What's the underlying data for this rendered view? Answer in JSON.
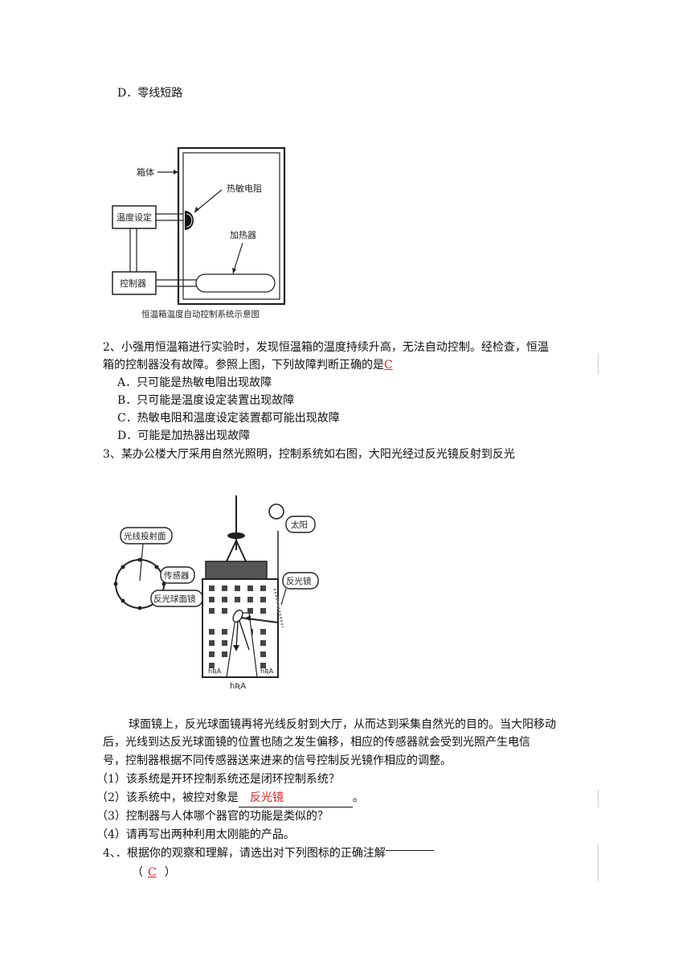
{
  "q1": {
    "option_d": "D．零线短路"
  },
  "fig1": {
    "box_label": "箱体",
    "thermistor": "热敏电阻",
    "temp_setting": "温度设定",
    "heater": "加热器",
    "controller": "控制器",
    "caption": "恒温箱温度自动控制系统示意图"
  },
  "q2": {
    "line1": "2、小强用恒温箱进行实验时，发现恒温箱的温度持续升高，无法自动控制。经检查，恒温",
    "line2": "箱的控制器没有故障。参照上图，下列故障判断正确的是",
    "answer": "C",
    "options": [
      "A．只可能是热敏电阻出现故障",
      "B．只可能是温度设定装置出现故障",
      "C．热敏电阻和温度设定装置都可能出现故障",
      "D．可能是加热器出现故障"
    ]
  },
  "q3": {
    "line1": "3、某办公楼大厅采用自然光照明，控制系统如右图，大阳光经过反光镜反射到反光",
    "para1": "球面镜上，反光球面镜再将光线反射到大厅，从而达到采集自然光的目的。当大阳移动",
    "para2": "后，光线到达反光球面镜的位置也随之发生偏移，相应的传感器就会受到光照产生电信",
    "para3": "号，控制器根据不同传感器送来进来的信号控制反光镜作相应的调整。",
    "sub1": "（1）该系统是开环控制系统还是闭环控制系统？",
    "sub2_prefix": "（2）该系统中，被控对象是",
    "sub2_answer": "反光镜",
    "sub2_suffix": "。",
    "sub3": "（3）控制器与人体哪个器官的功能是类似的？",
    "sub4": "（4）请再写出两种利用太刚能的产品。"
  },
  "fig2": {
    "surface": "光线投射面",
    "sensor": "传感器",
    "sphere_mirror": "反光球面镜",
    "sun": "太阳",
    "mirror": "反光镜",
    "hall_left": "hƦA",
    "hall_mid": "hƦA",
    "hall_right": "hƦA"
  },
  "q4": {
    "line1": "4、．根据你的观察和理解，请选出对下列图标的正确注解",
    "paren_open": "（",
    "answer": "C",
    "paren_close": "）"
  }
}
